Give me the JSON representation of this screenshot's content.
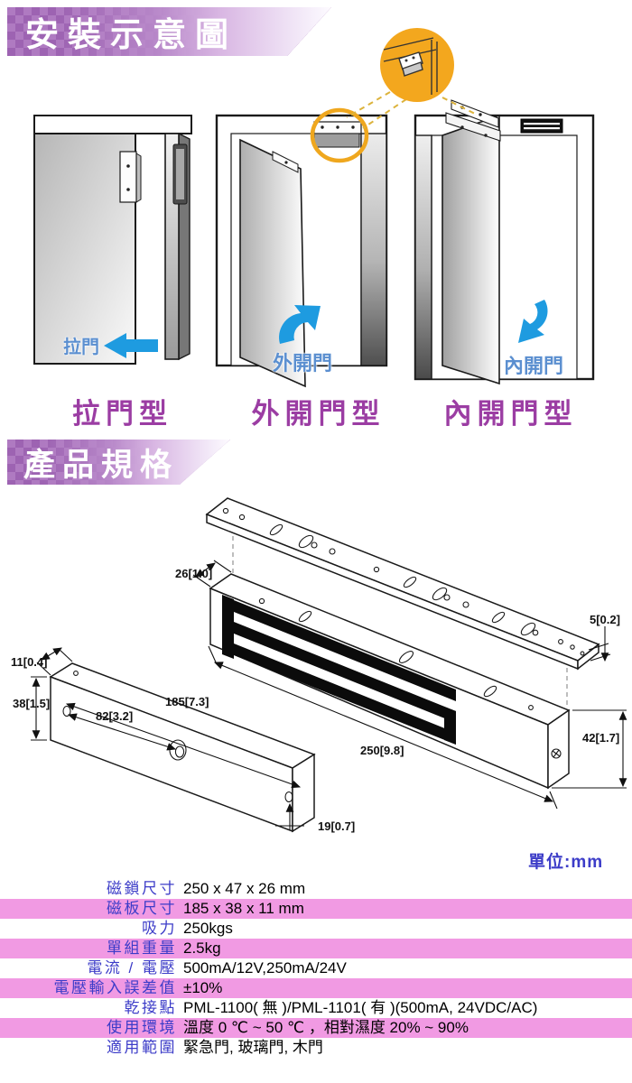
{
  "banners": {
    "install": "安裝示意圖",
    "specs": "產品規格"
  },
  "doors": {
    "pull": {
      "arrow_label": "拉門",
      "type_label": "拉門型"
    },
    "outward": {
      "arrow_label": "外開門",
      "type_label": "外開門型"
    },
    "inward": {
      "arrow_label": "內開門",
      "type_label": "內開門型"
    }
  },
  "drawing": {
    "unit_note": "單位:mm",
    "dims": {
      "plate_width": "26[1.0]",
      "plate_thickness": "5[0.2]",
      "armature_thickness": "11[0.4]",
      "armature_height": "38[1.5]",
      "armature_hole_span": "82[3.2]",
      "armature_length": "185[7.3]",
      "body_length": "250[9.8]",
      "body_height": "42[1.7]",
      "hole_offset": "19[0.7]"
    }
  },
  "specs": {
    "rows": [
      {
        "label": "磁鎖尺寸",
        "value": "250 x 47 x 26 mm"
      },
      {
        "label": "磁板尺寸",
        "value": "185 x 38 x 11 mm"
      },
      {
        "label": "吸力",
        "value": "250kgs"
      },
      {
        "label": "單組重量",
        "value": "2.5kg"
      },
      {
        "label": "電流 / 電壓",
        "value": "500mA/12V,250mA/24V"
      },
      {
        "label": "電壓輸入誤差值",
        "value": "±10%"
      },
      {
        "label": "乾接點",
        "value": "PML-1100( 無 )/PML-1101( 有 )(500mA, 24VDC/AC)"
      },
      {
        "label": "使用環境",
        "value": "溫度 0 ℃ ~ 50 ℃ ，相對濕度 20% ~ 90%"
      },
      {
        "label": "適用範圍",
        "value": "緊急門, 玻璃門, 木門"
      }
    ]
  },
  "colors": {
    "banner_purple": "#af7ac1",
    "type_purple": "#9b3da3",
    "highlight_pink": "#f19ae3",
    "label_blue": "#3c3cc8",
    "arrow_blue": "#1e9be0",
    "callout_yellow": "#f3a71e"
  }
}
